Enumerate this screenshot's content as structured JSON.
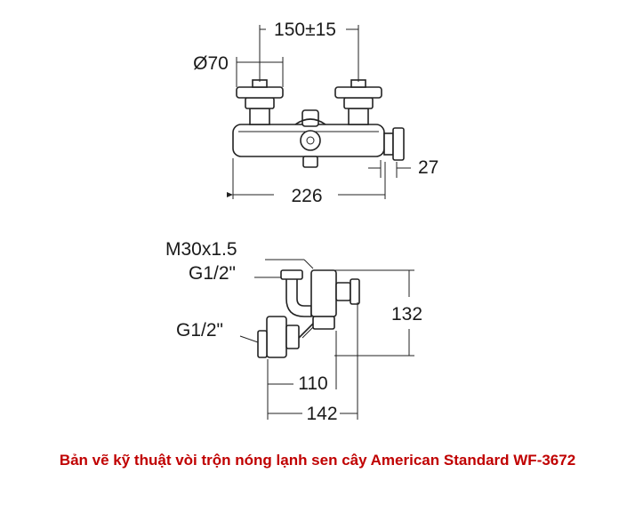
{
  "front_view": {
    "dim_spacing": "150±15",
    "dim_diameter": "Ø70",
    "dim_length": "226",
    "dim_depth": "27"
  },
  "side_view": {
    "label_thread": "M30x1.5",
    "label_g_upper": "G1/2\"",
    "label_g_lower": "G1/2\"",
    "dim_height": "132",
    "dim_110": "110",
    "dim_142": "142"
  },
  "caption": "Bản vẽ kỹ thuật vòi trộn nóng lạnh sen cây American Standard WF-3672",
  "colors": {
    "caption": "#c00000",
    "line": "#222222"
  }
}
